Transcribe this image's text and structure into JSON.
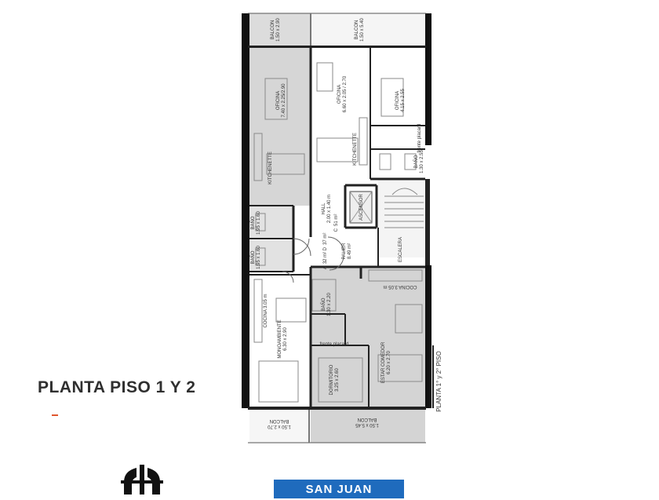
{
  "title": "PLANTA PISO 1 Y 2",
  "button_label": "SAN JUAN",
  "logo_icon": "building-logo-icon",
  "plan_side_label": "PLANTA 1° y 2° PISO",
  "rooms": {
    "balcon_top_left": {
      "name": "BALCON",
      "dims": "1.50 x 2.90"
    },
    "balcon_top_right": {
      "name": "BALCON",
      "dims": "1.50 x 5.40"
    },
    "oficina_left": {
      "name": "OFICINA",
      "dims": "7.40 x 2.25/2.90"
    },
    "oficina_center": {
      "name": "OFICINA",
      "dims": "6.60 x 2.05 / 2.70"
    },
    "oficina_right": {
      "name": "OFICINA",
      "dims": "4.15 x 2.55"
    },
    "placard_top": {
      "name": "frente placard"
    },
    "bano_right": {
      "name": "BAÑO",
      "dims": "1.30 x 2.55"
    },
    "kitchenette_left": {
      "name": "KITCHENETTE"
    },
    "kitchenette_center": {
      "name": "KITCHENETTE"
    },
    "hall": {
      "name": "HALL",
      "dims": "2.00 x 1.40 m"
    },
    "ascensor": {
      "name": "ASCENSOR"
    },
    "area_c": {
      "letter": "C",
      "area": "51 m²"
    },
    "area_d": {
      "letter": "D",
      "area": "37 m²"
    },
    "area_a": {
      "letter": "A",
      "area": "32 m²"
    },
    "palier": {
      "name": "PALIER",
      "area": "8.49 m²"
    },
    "escalera": {
      "name": "ESCALERA"
    },
    "bano_left_1": {
      "name": "BAÑO",
      "dims": "1.95 x 1.60"
    },
    "bano_left_2": {
      "name": "BAÑO",
      "dims": "1.95 x 1.60"
    },
    "cocina_right": {
      "name": "COCINA 3.05 m"
    },
    "cocina_left": {
      "name": "COCINA 3.05 m"
    },
    "bano_center": {
      "name": "BAÑO",
      "dims": "1.30 x 2.20"
    },
    "monoambiente": {
      "name": "MONOAMBIENTE",
      "dims": "6.30 x 2.90"
    },
    "placard_bottom": {
      "name": "frente placard"
    },
    "dormitorio": {
      "name": "DORMITORIO",
      "dims": "3.25 x 2.60"
    },
    "estar_comedor": {
      "name": "ESTAR COMEDOR",
      "dims": "6.20 x 2.70"
    },
    "balcon_bottom_left": {
      "name": "BALCON",
      "dims": "1.50 x 2.70"
    },
    "balcon_bottom_right": {
      "name": "BALCON",
      "dims": "1.50 x 5.45"
    }
  }
}
